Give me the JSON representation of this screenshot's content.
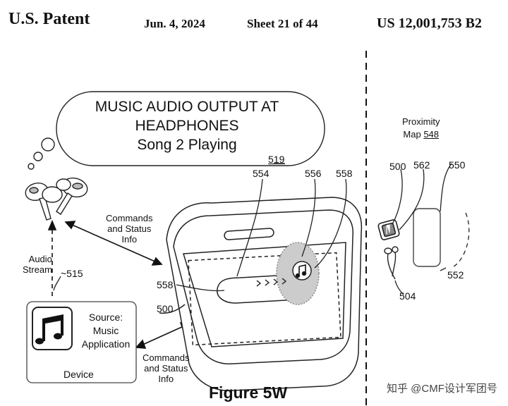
{
  "header": {
    "patent_label": "U.S. Patent",
    "date": "Jun. 4, 2024",
    "sheet": "Sheet 21 of 44",
    "patent_number": "US 12,001,753 B2"
  },
  "bubble": {
    "line1": "MUSIC AUDIO OUTPUT AT",
    "line2": "HEADPHONES",
    "line3": "Song 2 Playing"
  },
  "labels": {
    "commands_top": [
      "Commands",
      "and Status",
      "Info"
    ],
    "commands_bottom": [
      "Commands",
      "and Status",
      "Info"
    ],
    "audio_stream": [
      "Audio",
      "Stream"
    ],
    "source": [
      "Source:",
      "Music",
      "Application"
    ],
    "device": "Device",
    "proximity": [
      "Proximity",
      "Map"
    ],
    "figure": "Figure 5W",
    "watermark": "知乎 @CMF设计军团号"
  },
  "refs": {
    "r519": "519",
    "r554": "554",
    "r556": "556",
    "r558_top": "558",
    "r558_left": "558",
    "r515": "~515",
    "r500_left": "500",
    "r500_right": "500",
    "r562": "562",
    "r550": "550",
    "r548": "548",
    "r552": "552",
    "r504": "504"
  },
  "icons": [
    "music-note-icon",
    "earbuds-icon",
    "charging-case-icon",
    "phone-icon",
    "watch-icon",
    "earphone-icon"
  ]
}
